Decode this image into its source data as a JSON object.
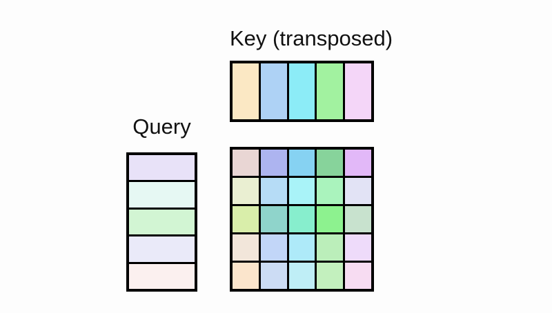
{
  "figure": {
    "title_key": "Key (transposed)",
    "title_query": "Query",
    "background_color": "#fdfdfd",
    "border_color": "#000000"
  },
  "chart_data": {
    "type": "heatmap",
    "title": "",
    "xlabel": "",
    "ylabel": "",
    "legend": "none",
    "grid": true,
    "description": "Matrix multiplication diagram: Query (5x1 column of row-vectors) times Key transposed (1x5 row of column-vectors) yields a 5x5 attention score matrix. Each score cell color is the blend of its Query row color and Key column color.",
    "matrices": [
      {
        "name": "key-transposed",
        "label": "Key (transposed)",
        "rows": 1,
        "cols": 5,
        "orientation": "horizontal",
        "cells": [
          {
            "index": 0,
            "color": "#fbe8c4"
          },
          {
            "index": 1,
            "color": "#aed2f5"
          },
          {
            "index": 2,
            "color": "#8cecf7"
          },
          {
            "index": 3,
            "color": "#a2f2a0"
          },
          {
            "index": 4,
            "color": "#f4d6f8"
          }
        ]
      },
      {
        "name": "query",
        "label": "Query",
        "rows": 5,
        "cols": 1,
        "orientation": "vertical",
        "cells": [
          {
            "index": 0,
            "color": "#e8e2f8"
          },
          {
            "index": 1,
            "color": "#e6f8f3"
          },
          {
            "index": 2,
            "color": "#d2f5d3"
          },
          {
            "index": 3,
            "color": "#eaeaf9"
          },
          {
            "index": 4,
            "color": "#fbf0ef"
          }
        ]
      },
      {
        "name": "attention-scores",
        "label": "",
        "rows": 5,
        "cols": 5,
        "orientation": "grid",
        "row_colors": [
          "#e8e2f8",
          "#e6f8f3",
          "#d2f5d3",
          "#eaeaf9",
          "#fbf0ef"
        ],
        "col_colors": [
          "#fbe8c4",
          "#aed2f5",
          "#8cecf7",
          "#a2f2a0",
          "#f4d6f8"
        ],
        "cells": [
          [
            {
              "row": 0,
              "col": 0,
              "color": "#e9d6d4"
            },
            {
              "row": 0,
              "col": 1,
              "color": "#adb4f0"
            },
            {
              "row": 0,
              "col": 2,
              "color": "#86d2f2"
            },
            {
              "row": 0,
              "col": 3,
              "color": "#87d39b"
            },
            {
              "row": 0,
              "col": 4,
              "color": "#e2b8f8"
            }
          ],
          [
            {
              "row": 1,
              "col": 0,
              "color": "#eaefd2"
            },
            {
              "row": 1,
              "col": 1,
              "color": "#b6dcf6"
            },
            {
              "row": 1,
              "col": 2,
              "color": "#a9f3f8"
            },
            {
              "row": 1,
              "col": 3,
              "color": "#aaf3bd"
            },
            {
              "row": 1,
              "col": 4,
              "color": "#e2e3f5"
            }
          ],
          [
            {
              "row": 2,
              "col": 0,
              "color": "#d9eeaa"
            },
            {
              "row": 2,
              "col": 1,
              "color": "#8fd4cb"
            },
            {
              "row": 2,
              "col": 2,
              "color": "#87eecd"
            },
            {
              "row": 2,
              "col": 3,
              "color": "#8df28f"
            },
            {
              "row": 2,
              "col": 4,
              "color": "#c8e2ce"
            }
          ],
          [
            {
              "row": 3,
              "col": 0,
              "color": "#f2e6da"
            },
            {
              "row": 3,
              "col": 1,
              "color": "#c2d6f8"
            },
            {
              "row": 3,
              "col": 2,
              "color": "#aeeaf9"
            },
            {
              "row": 3,
              "col": 3,
              "color": "#bbeeba"
            },
            {
              "row": 3,
              "col": 4,
              "color": "#eedbfa"
            }
          ],
          [
            {
              "row": 4,
              "col": 0,
              "color": "#fbe5cc"
            },
            {
              "row": 4,
              "col": 1,
              "color": "#ccdcf4"
            },
            {
              "row": 4,
              "col": 2,
              "color": "#bfeef6"
            },
            {
              "row": 4,
              "col": 3,
              "color": "#c3f0be"
            },
            {
              "row": 4,
              "col": 4,
              "color": "#f7dcf2"
            }
          ]
        ]
      }
    ]
  }
}
